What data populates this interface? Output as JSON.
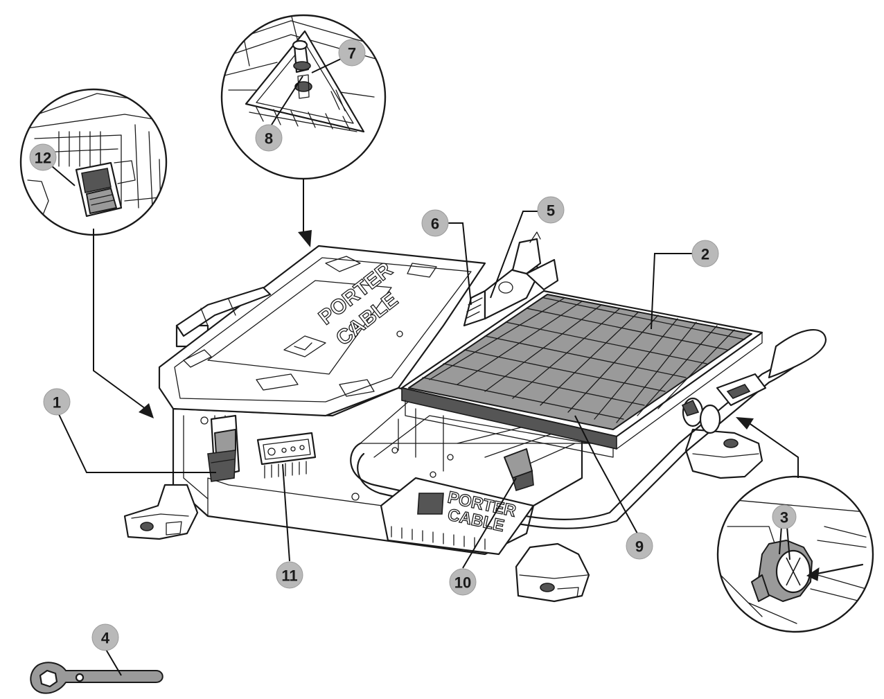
{
  "brand": {
    "line1": "PORTER",
    "line2": "CABLE"
  },
  "callouts": [
    {
      "label": "1"
    },
    {
      "label": "2"
    },
    {
      "label": "3"
    },
    {
      "label": "4"
    },
    {
      "label": "5"
    },
    {
      "label": "6"
    },
    {
      "label": "7"
    },
    {
      "label": "8"
    },
    {
      "label": "9"
    },
    {
      "label": "10"
    },
    {
      "label": "11"
    },
    {
      "label": "12"
    }
  ]
}
